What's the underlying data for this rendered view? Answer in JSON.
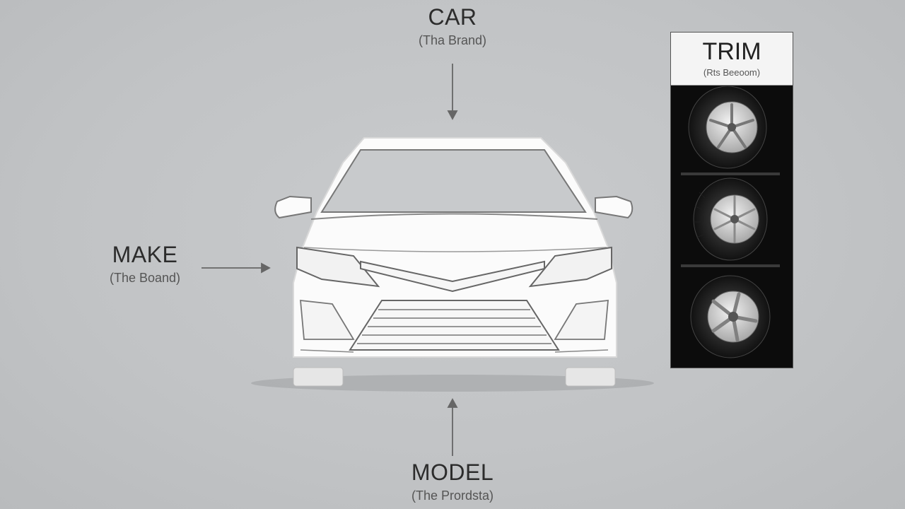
{
  "labels": {
    "car": {
      "title": "CAR",
      "sub": "(Tha Brand)"
    },
    "make": {
      "title": "MAKE",
      "sub": "(The Boand)"
    },
    "model": {
      "title": "MODEL",
      "sub": "(The Prordsta)"
    },
    "trim": {
      "title": "TRIM",
      "sub": "(Rts Beeoom)"
    }
  },
  "trim_options": [
    {
      "name": "wheel-option-1"
    },
    {
      "name": "wheel-option-2"
    },
    {
      "name": "wheel-option-3"
    }
  ],
  "colors": {
    "background": "#c2c4c6",
    "car_body": "#fbfbfb",
    "outline": "#6e6e6e",
    "panel": "#0c0c0c"
  }
}
